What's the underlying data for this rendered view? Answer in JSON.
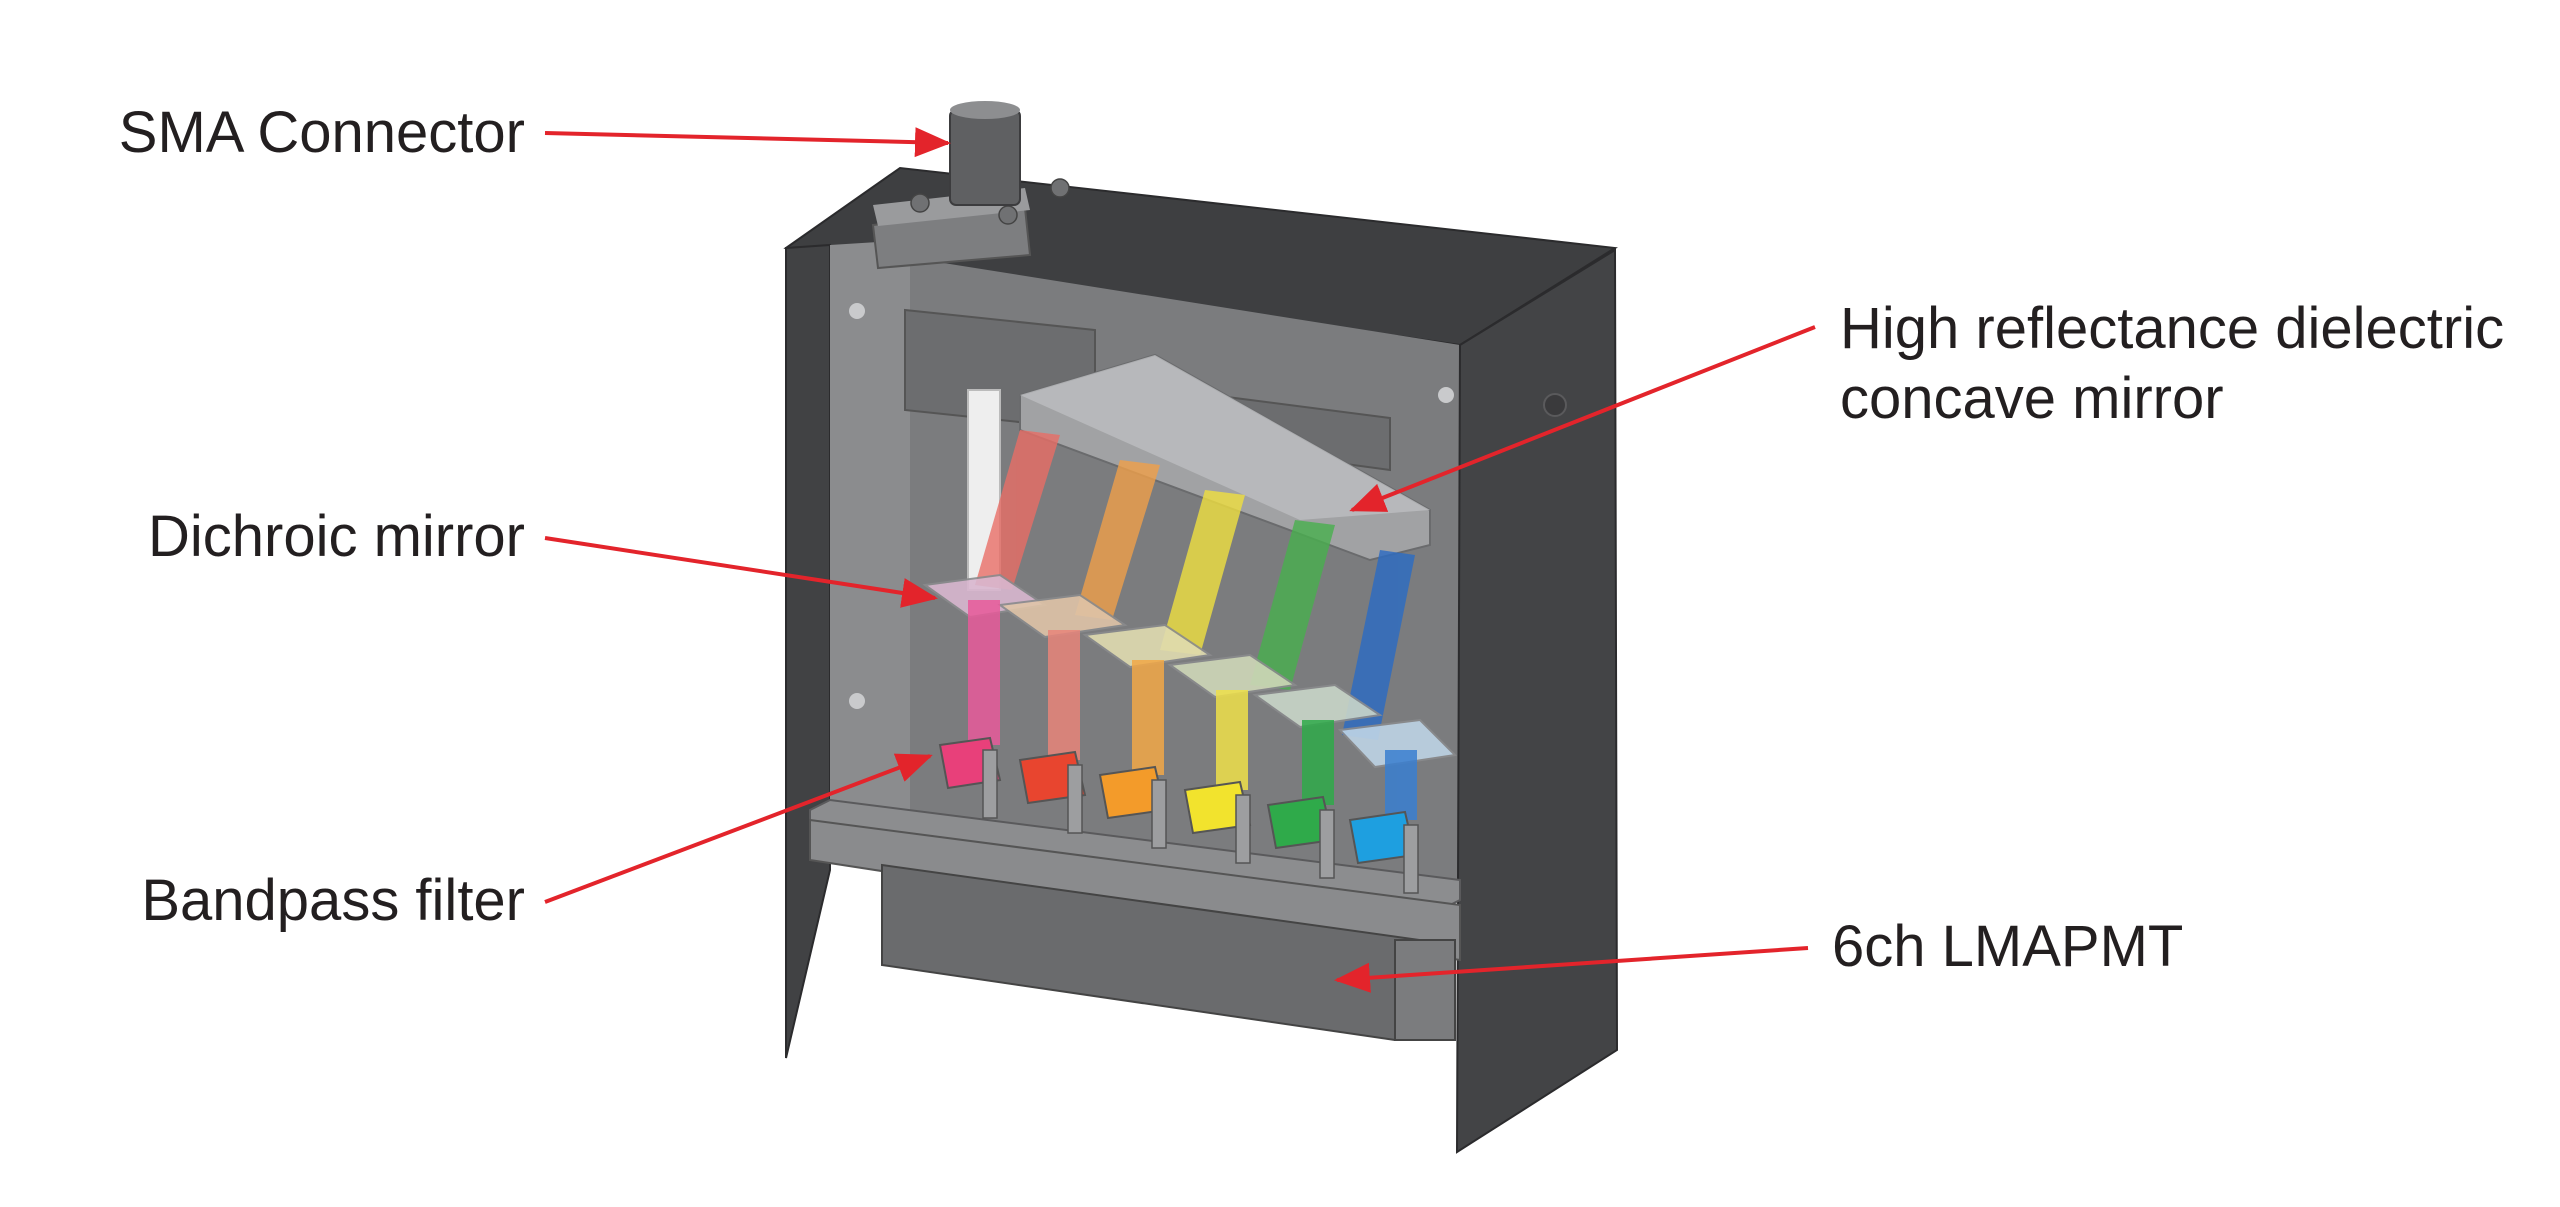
{
  "labels": {
    "sma_connector": "SMA Connector",
    "concave_mirror_line1": "High reflectance dielectric",
    "concave_mirror_line2": "concave mirror",
    "dichroic_mirror": "Dichroic mirror",
    "bandpass_filter": "Bandpass filter",
    "lmapmt": "6ch LMAPMT"
  },
  "colors": {
    "arrow": "#e3242b",
    "housing_dark": "#3f4042",
    "housing_mid": "#6d6e70",
    "housing_light": "#8a8b8d",
    "channels": [
      "#e8407a",
      "#e8452f",
      "#f39b2a",
      "#f2e32d",
      "#2faa4a",
      "#1e9fe0"
    ],
    "beams": [
      "#e96e66",
      "#f0a04a",
      "#f0e040",
      "#49b04e",
      "#2b6bc4"
    ]
  }
}
